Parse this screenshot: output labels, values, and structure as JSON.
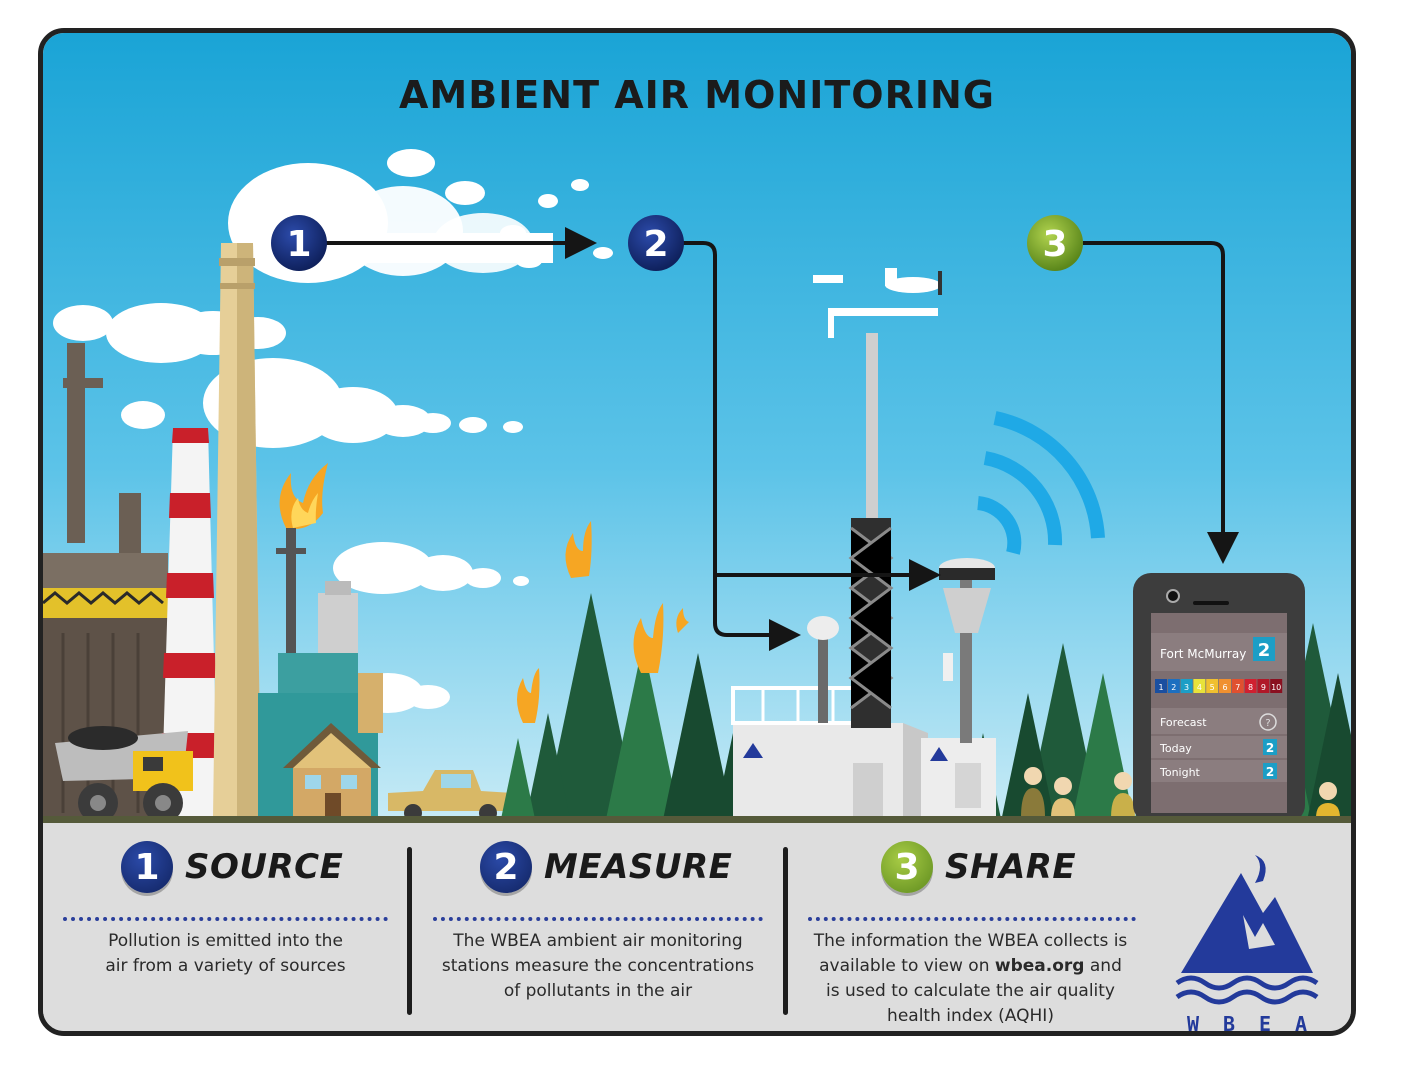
{
  "title": "AMBIENT AIR MONITORING",
  "steps": [
    {
      "number": "1",
      "label": "SOURCE",
      "description_lines": [
        "Pollution is emitted into the",
        "air from a variety of sources"
      ]
    },
    {
      "number": "2",
      "label": "MEASURE",
      "description_lines": [
        "The WBEA ambient air monitoring",
        "stations measure the concentrations",
        "of pollutants in the air"
      ]
    },
    {
      "number": "3",
      "label": "SHARE",
      "description_parts": [
        "The information the WBEA collects is",
        "available to view on ",
        "wbea.org",
        " and",
        "is used to calculate the air quality",
        "health index (AQHI)"
      ]
    }
  ],
  "phone": {
    "location": "Fort McMurray",
    "location_value": "2",
    "scale": [
      "1",
      "2",
      "3",
      "4",
      "5",
      "6",
      "7",
      "8",
      "9",
      "10"
    ],
    "forecast_label": "Forecast",
    "forecast_icon": "?",
    "today_label": "Today",
    "today_value": "2",
    "tonight_label": "Tonight",
    "tonight_value": "2"
  },
  "logo": {
    "letters": [
      "W",
      "B",
      "E",
      "A"
    ],
    "station_label": "WBEA"
  },
  "colors": {
    "sky_top": "#19a6d8",
    "sky_bottom": "#bfe7f5",
    "navy_step": "#1a2f7a",
    "green_step": "#7fae2e",
    "logo_blue": "#233a9b",
    "panel_bg": "#dddddd"
  },
  "icons": [
    "smokestack-icon",
    "flame-icon",
    "tree-icon",
    "truck-icon",
    "house-icon",
    "weather-tower-icon",
    "wifi-signal-icon",
    "smartphone-icon",
    "arrow-icon",
    "wbea-logo-icon"
  ]
}
